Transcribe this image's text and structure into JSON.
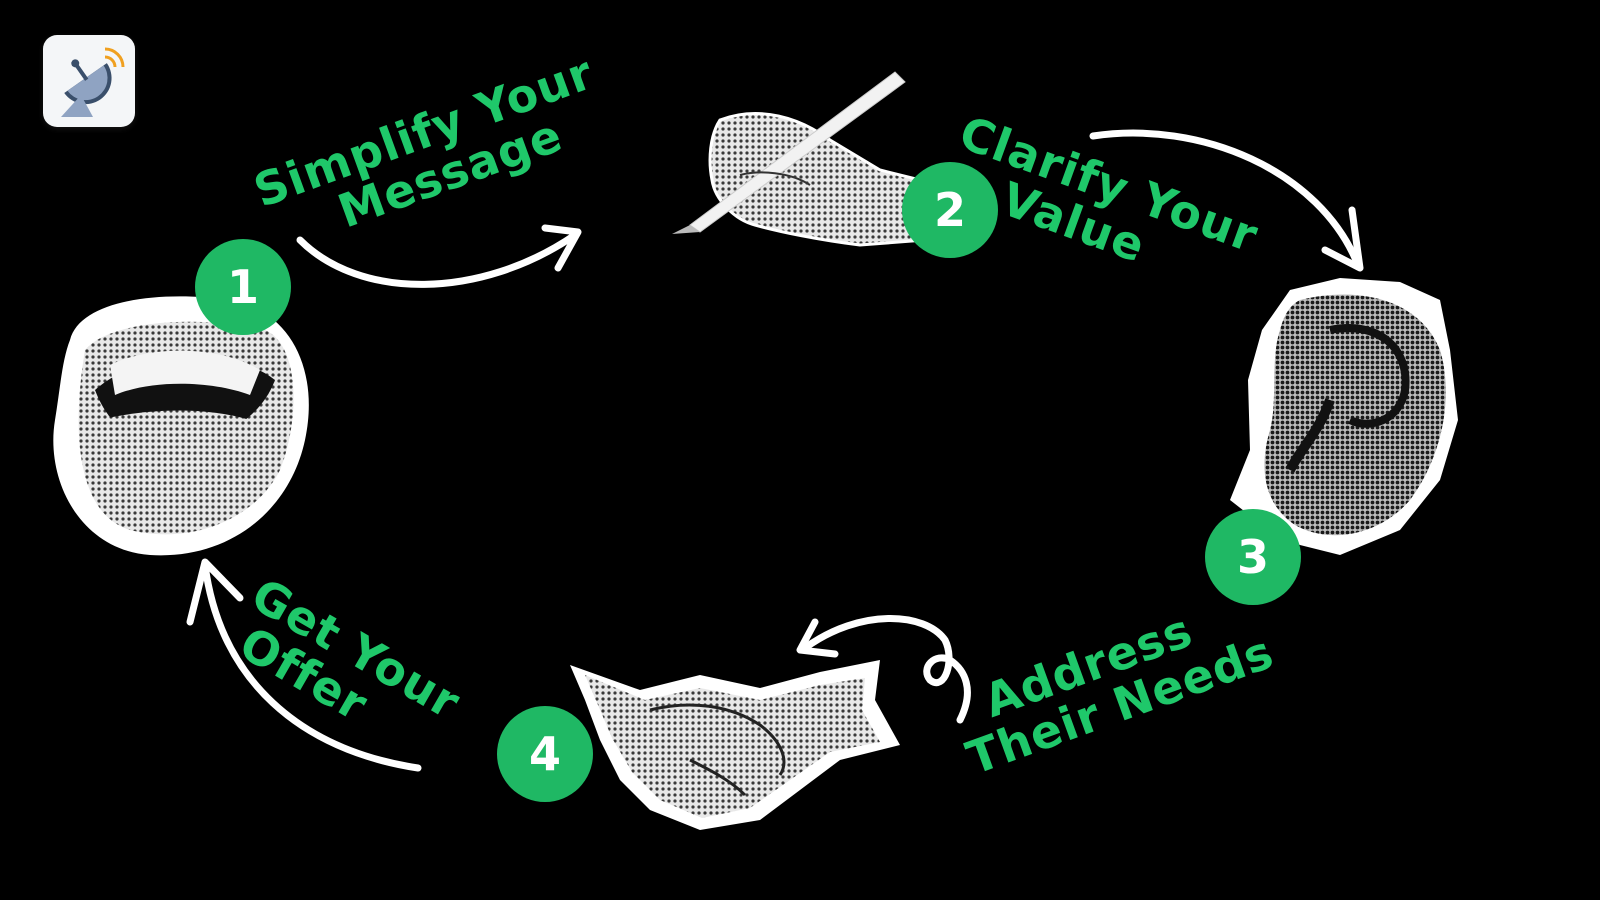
{
  "logo": {
    "icon": "satellite-dish-icon"
  },
  "steps": [
    {
      "number": "1",
      "line1": "Simplify Your",
      "line2": "Message"
    },
    {
      "number": "2",
      "line1": "Clarify Your",
      "line2": "Value"
    },
    {
      "number": "3",
      "line1": "Address",
      "line2": "Their Needs"
    },
    {
      "number": "4",
      "line1": "Get Your",
      "line2": "Offer"
    }
  ],
  "colors": {
    "accent": "#1fc86a",
    "badge": "#1fb864",
    "background": "#000000",
    "arrow": "#ffffff"
  },
  "illustrations": [
    "mouth-icon",
    "hand-writing-icon",
    "ear-icon",
    "handshake-icon"
  ]
}
